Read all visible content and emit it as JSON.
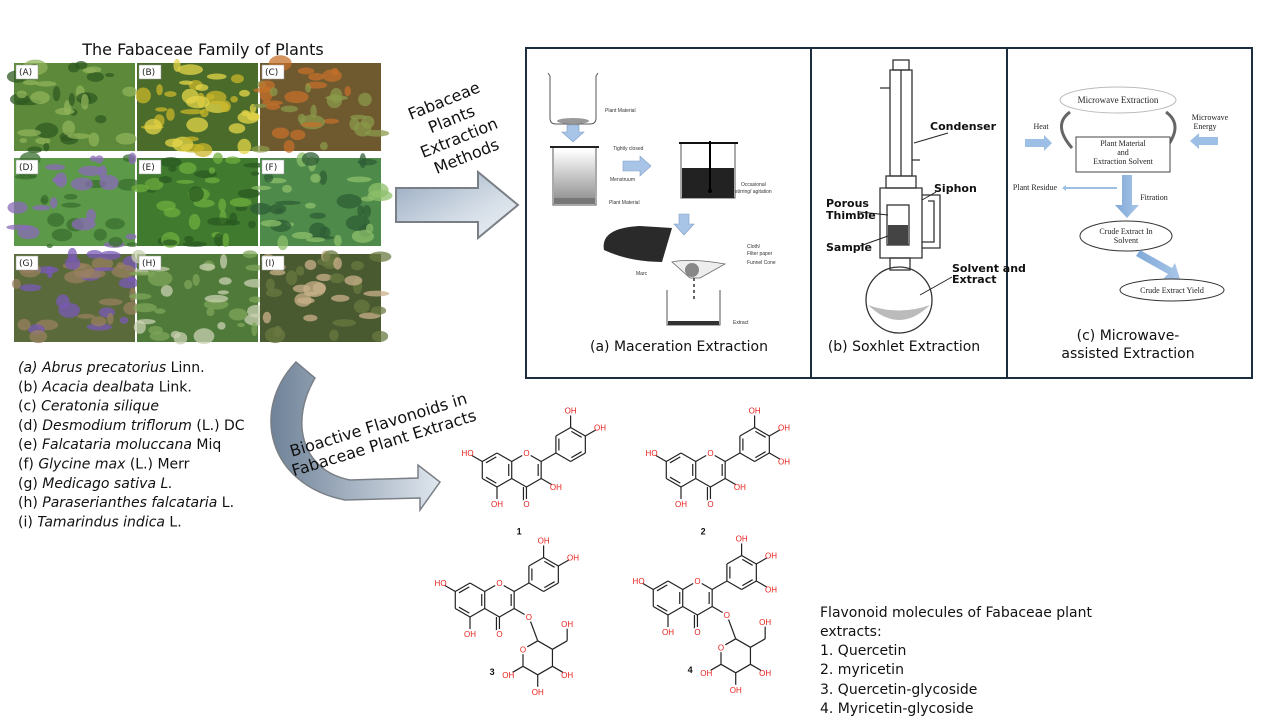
{
  "left": {
    "title": "The Fabaceae Family of Plants",
    "photos": [
      {
        "label": "(A)"
      },
      {
        "label": "(B)"
      },
      {
        "label": "(C)"
      },
      {
        "label": "(D)"
      },
      {
        "label": "(E)"
      },
      {
        "label": "(F)"
      },
      {
        "label": "(G)"
      },
      {
        "label": "(H)"
      },
      {
        "label": "(I)"
      }
    ],
    "species": [
      {
        "prefix": "(a) ",
        "name": "Abrus precatorius",
        "suffix": " Linn.",
        "prefix_italic": true
      },
      {
        "prefix": "(b) ",
        "name": "Acacia dealbata",
        "suffix": " Link."
      },
      {
        "prefix": "(c) ",
        "name": "Ceratonia silique",
        "suffix": ""
      },
      {
        "prefix": "(d) ",
        "name": "Desmodium triflorum",
        "suffix": " (L.) DC"
      },
      {
        "prefix": "(e) ",
        "name": "Falcataria moluccana",
        "suffix": " Miq"
      },
      {
        "prefix": "(f) ",
        "name": "Glycine max",
        "suffix": " (L.) Merr"
      },
      {
        "prefix": "(g) ",
        "name": "Medicago sativa L.",
        "suffix": ""
      },
      {
        "prefix": "(h) ",
        "name": "Paraserianthes falcataria",
        "suffix": " L."
      },
      {
        "prefix": "(i) ",
        "name": "Tamarindus indica",
        "suffix": " L."
      }
    ]
  },
  "arrows": {
    "extraction_label": [
      "Fabaceae",
      "Plants",
      "Extraction",
      "Methods"
    ],
    "flavonoid_label": [
      "Bioactive Flavonoids in",
      "Fabaceae Plant Extracts"
    ]
  },
  "methods": {
    "maceration": {
      "caption": "(a) Maceration Extraction",
      "labels": {
        "plant_material_1": "Plant Material",
        "tightly_closed": "Tightly closed",
        "menstruum": "Menstruum",
        "plant_material_2": "Plant Material",
        "stirring_1": "Occasional",
        "stirring_2": "stirring/ agitation",
        "cloth_1": "Cloth/",
        "cloth_2": "Filter paper",
        "funnel": "Funnel Cone",
        "marc": "Marc",
        "extract": "Extract"
      }
    },
    "soxhlet": {
      "caption": "(b) Soxhlet Extraction",
      "labels": {
        "condenser": "Condenser",
        "siphon": "Siphon",
        "porous": "Porous",
        "thimble": "Thimble",
        "sample": "Sample",
        "solvent": "Solvent and",
        "extract": "Extract"
      }
    },
    "microwave": {
      "caption": [
        "(c) Microwave-",
        "assisted Extraction"
      ],
      "labels": {
        "title": "Microwave Extraction",
        "heat": "Heat",
        "energy_1": "Microwave",
        "energy_2": "Energy",
        "box_1": "Plant Material",
        "box_2": "and",
        "box_3": "Extraction Solvent",
        "residue": "Plant Residue",
        "filtration": "Fitration",
        "crude_1": "Crude Extract In",
        "crude_2": "Solvent",
        "yield": "Crude Extract Yield"
      }
    }
  },
  "chem": {
    "OH": "OH",
    "HO": "HO",
    "O": "O",
    "color_heteroatom": "#e8201c"
  },
  "molecules": [
    {
      "number": "1",
      "type": "quercetin"
    },
    {
      "number": "2",
      "type": "myricetin"
    },
    {
      "number": "3",
      "type": "quercetin-glycoside"
    },
    {
      "number": "4",
      "type": "myricetin-glycoside"
    }
  ],
  "legend": {
    "intro": [
      "Flavonoid molecules of Fabaceae plant",
      "extracts:"
    ],
    "items": [
      "1. Quercetin",
      "2. myricetin",
      "3. Quercetin-glycoside",
      "4. Myricetin-glycoside"
    ]
  },
  "colors": {
    "panel_border": "#1c2d3f",
    "arrow_fill": "#b9c6d6",
    "flow_arrow": "#8fb4de"
  }
}
